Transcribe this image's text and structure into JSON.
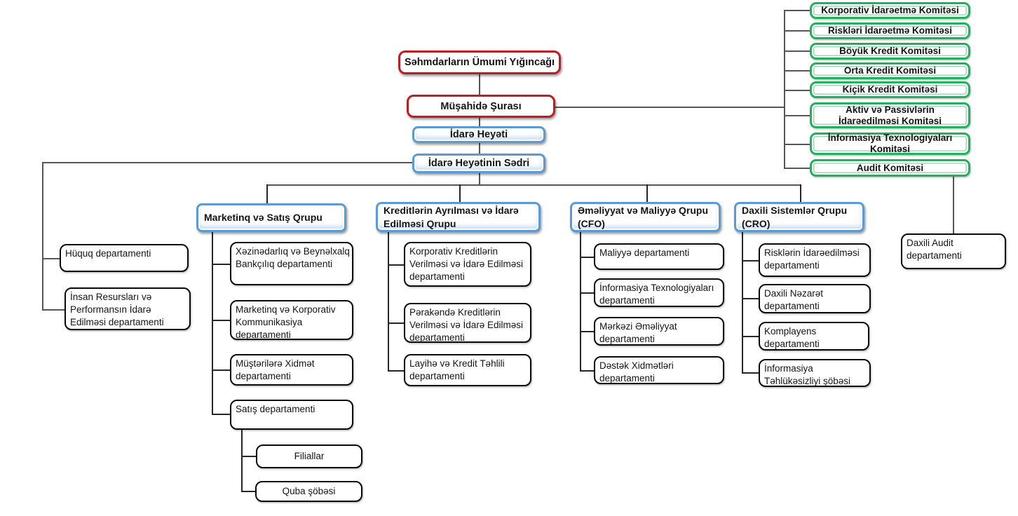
{
  "title": "Bank təşkilati strukturu",
  "nodes": {
    "general_meeting": {
      "label": "Səhmdarların Ümumi Yığıncağı"
    },
    "supervisory_board": {
      "label": "Müşahidə Şurası"
    },
    "management_board": {
      "label": "İdarə Heyəti"
    },
    "chairman": {
      "label": "İdarə Heyətinin Sədri"
    },
    "committees": [
      {
        "label": "Korporativ İdarəetmə Komitəsi"
      },
      {
        "label": "Riskləri İdarəetmə Komitəsi"
      },
      {
        "label": "Böyük Kredit Komitəsi"
      },
      {
        "label": "Orta Kredit Komitəsi"
      },
      {
        "label": "Kiçik Kredit Komitəsi"
      },
      {
        "label": "Aktiv və Passivlərin İdarəedilməsi Komitəsi"
      },
      {
        "label": "İnformasiya Texnologiyaları Komitəsi"
      },
      {
        "label": "Audit Komitəsi"
      }
    ],
    "left_departments": [
      {
        "label": "Hüquq departamenti"
      },
      {
        "label": "İnsan Resursları və Performansın İdarə Edilməsi departamenti"
      }
    ],
    "groups": [
      {
        "label": "Marketinq və Satış Qrupu",
        "departments": [
          "Xəzinədarlıq və Beynəlxalq Bankçılıq departamenti",
          "Marketinq və Korporativ Kommunikasiya departamenti",
          "Müştərilərə Xidmət departamenti",
          "Satış departamenti"
        ]
      },
      {
        "label": "Kreditlərin Ayrılması və İdarə Edilməsi Qrupu",
        "departments": [
          "Korporativ Kreditlərin Verilməsi və İdarə Edilməsi departamenti",
          "Pərakəndə Kreditlərin Verilməsi və İdarə Edilməsi departamenti",
          "Layihə və Kredit Təhlili departamenti"
        ]
      },
      {
        "label": "Əməliyyat və Maliyyə Qrupu (CFO)",
        "departments": [
          "Maliyyə departamenti",
          "İnformasiya Texnologiyaları departamenti",
          "Mərkəzi Əməliyyat departamenti",
          "Dəstək Xidmətləri departamenti"
        ]
      },
      {
        "label": "Daxili Sistemlər Qrupu (CRO)",
        "departments": [
          "Risklərin İdarəedilməsi departamenti",
          "Daxili Nəzarət departamenti",
          "Komplayens departamenti",
          "İnformasiya Təhlükəsizliyi şöbəsi"
        ]
      }
    ],
    "sales_branches": [
      {
        "label": "Filiallar"
      },
      {
        "label": "Quba şöbəsi"
      }
    ],
    "audit_department": {
      "label": "Daxili Audit departamenti"
    }
  },
  "colors": {
    "red_border": "#bf1d23",
    "blue_border": "#5b9bd5",
    "green_border": "#21b15e",
    "black_border": "#0a0a0a",
    "connector": "#565656"
  }
}
